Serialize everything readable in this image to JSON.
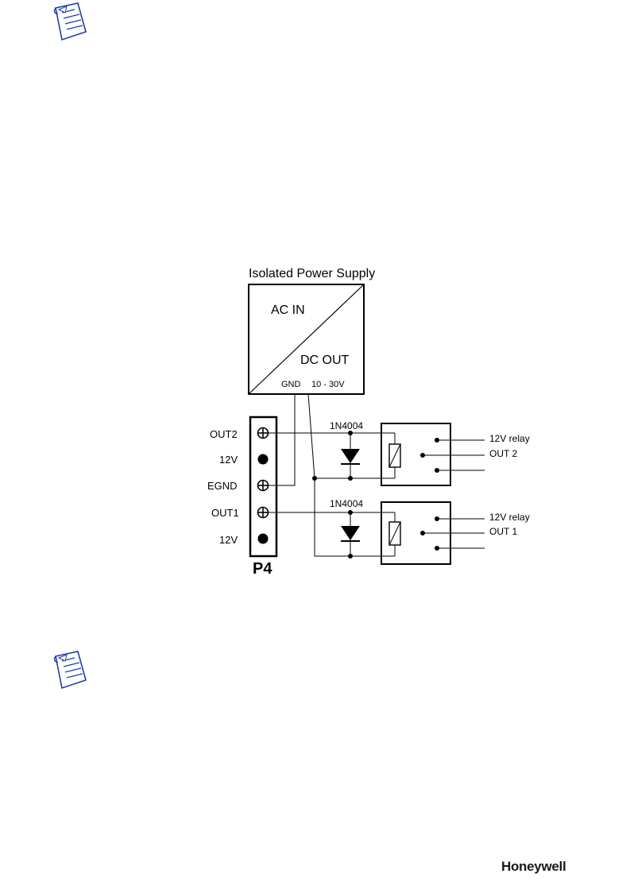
{
  "logo": {
    "text": "Honeywell"
  },
  "icons": {
    "note_top": "note-icon",
    "note_bottom": "note-icon"
  },
  "diagram": {
    "psu": {
      "title": "Isolated Power Supply",
      "ac_in": "AC IN",
      "dc_out": "DC OUT",
      "gnd": "GND",
      "voltage": "10 - 30V"
    },
    "connector": {
      "name": "P4",
      "pins": [
        "OUT2",
        "12V",
        "EGND",
        "OUT1",
        "12V"
      ]
    },
    "diodes": [
      "1N4004",
      "1N4004"
    ],
    "relays": [
      {
        "supply": "12V relay",
        "output": "OUT 2"
      },
      {
        "supply": "12V relay",
        "output": "OUT 1"
      }
    ]
  }
}
